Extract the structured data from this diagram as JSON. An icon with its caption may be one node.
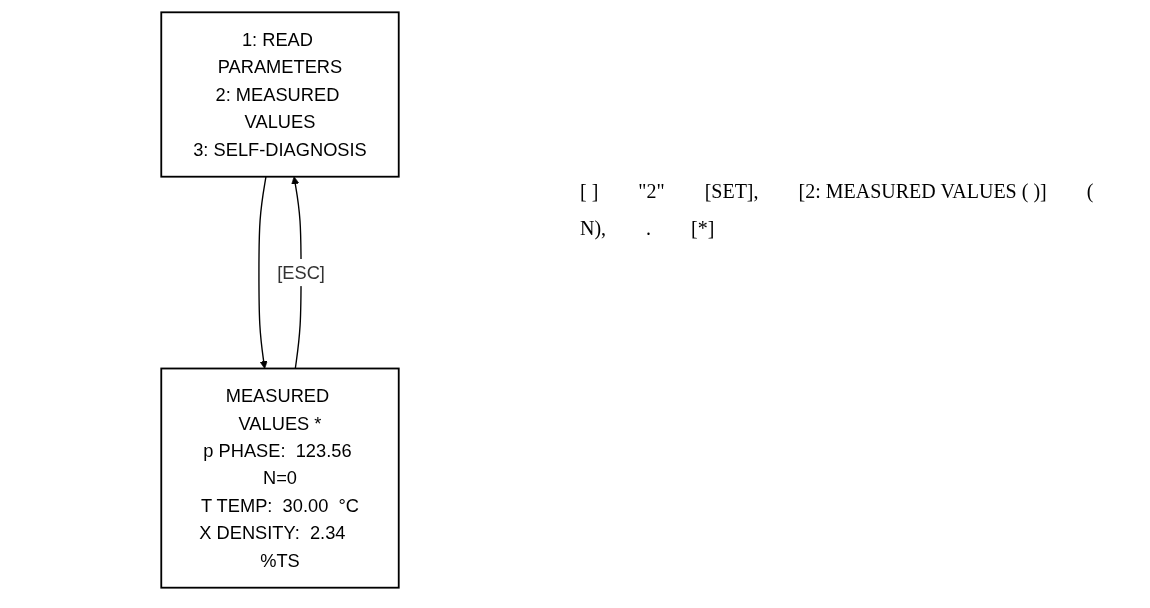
{
  "diagram": {
    "nodes": [
      {
        "text": [
          "1: READ PARAMETERS",
          "2: MEASURED VALUES",
          "3: SELF-DIAGNOSIS"
        ]
      },
      {
        "text": [
          "MEASURED VALUES *",
          "p PHASE:  123.56 N=0",
          "T TEMP:  30.00  °C",
          "X DENSITY:  2.34   %TS"
        ]
      }
    ],
    "edges": [
      {
        "from": 0,
        "to": 1,
        "arrow": "to"
      },
      {
        "from": 1,
        "to": 0,
        "arrow": "to",
        "label": "[ESC]"
      }
    ],
    "labels": [
      "[ ]",
      "\"2\"",
      "[SET],",
      "[2: MEASURED VALUES ( )]",
      "(",
      "N),",
      ".",
      "[*]"
    ]
  }
}
